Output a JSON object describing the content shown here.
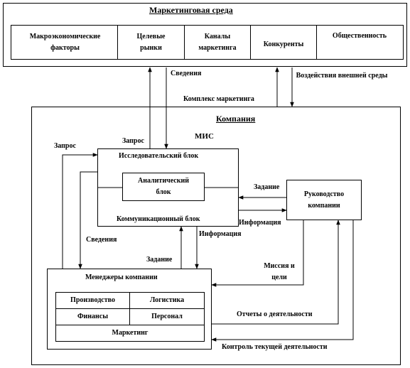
{
  "environment": {
    "title": "Маркетинговая среда",
    "factors": [
      "Макроэкономические факторы",
      "Целевые рынки",
      "Каналы маркетинга",
      "Конкуренты",
      "Общественность"
    ]
  },
  "company": {
    "title": "Компания",
    "mis": {
      "label": "МИС",
      "research_block": "Исследовательский блок",
      "analytic_block": "Аналитический блок",
      "communication_block": "Коммуникационный блок"
    },
    "management": "Руководство компании",
    "managers": {
      "title": "Менеджеры компании",
      "departments": [
        "Производство",
        "Логистика",
        "Финансы",
        "Персонал",
        "Маркетинг"
      ]
    }
  },
  "flows": {
    "info": "Сведения",
    "impact": "Воздействия внешней среды",
    "complex": "Комплекс маркетинга",
    "request_left": "Запрос",
    "request_top": "Запрос",
    "task_right": "Задание",
    "information_right": "Информация",
    "information_center": "Информация",
    "info_left": "Сведения",
    "task_bottom": "Задание",
    "mission": "Миссия и цели",
    "reports": "Отчеты о деятельности",
    "control": "Контроль текущей деятельности"
  }
}
